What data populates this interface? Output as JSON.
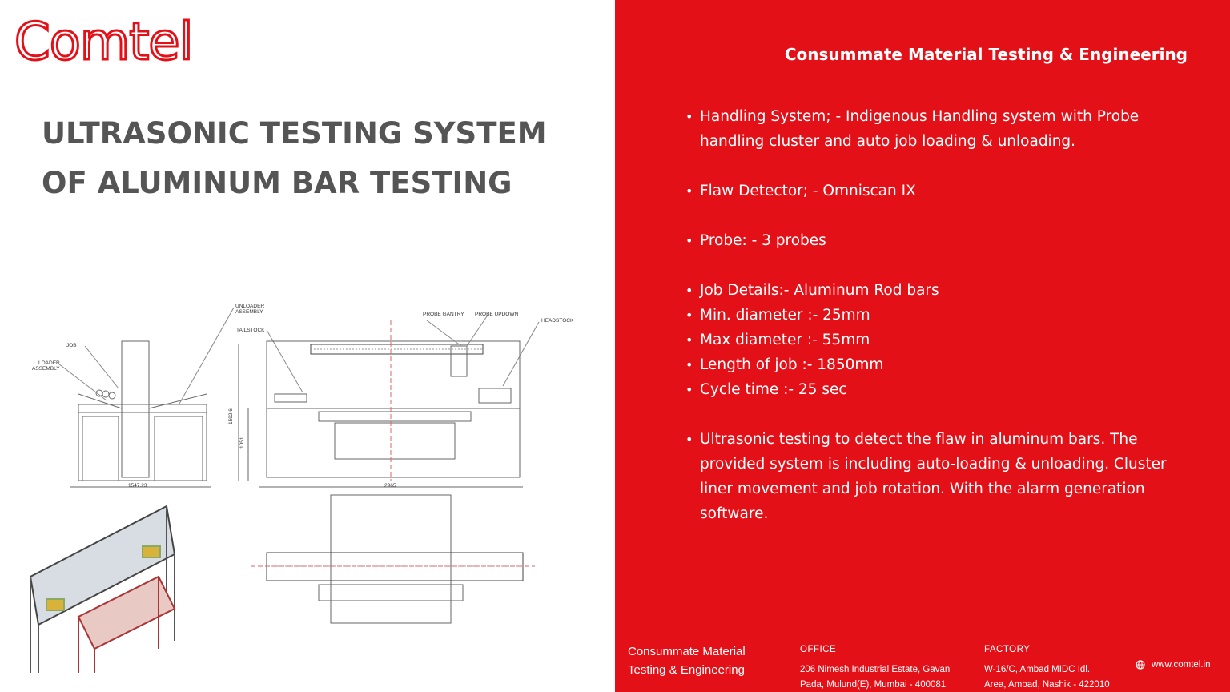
{
  "brand": {
    "logo_text": "Comtel",
    "colors": {
      "red": "#e31018",
      "title_gray": "#555555",
      "white": "#ffffff"
    }
  },
  "title": {
    "line1": "ULTRASONIC TESTING SYSTEM",
    "line2": "OF ALUMINUM BAR TESTING"
  },
  "drawing": {
    "labels": {
      "unloader": "UNLOADER",
      "assembly": "ASSEMBLY",
      "tailstock": "TAILSTOCK",
      "job": "JOB",
      "loader": "LOADER",
      "loader_assembly": "ASSEMBLY",
      "probe_gantry": "PROBE GANTRY",
      "probe_updown": "PROBE UPDOWN",
      "headstock": "HEADSTOCK",
      "dim_width_side": "1547.23",
      "dim_width_front": "2965",
      "dim_height_total": "1592.6",
      "dim_height_table": "1051"
    }
  },
  "tagline": "Consummate Material Testing & Engineering",
  "bullets": [
    {
      "text": "Handling System; - Indigenous Handling system with Probe handling cluster and auto job loading & unloading.",
      "gap": false
    },
    {
      "text": "Flaw Detector; - Omniscan IX",
      "gap": true
    },
    {
      "text": "Probe: - 3 probes",
      "gap": true
    },
    {
      "text": "Job Details:- Aluminum Rod bars",
      "gap": true
    },
    {
      "text": "Min. diameter  :- 25mm",
      "gap": false
    },
    {
      "text": "Max diameter  :- 55mm",
      "gap": false
    },
    {
      "text": "Length of job   :- 1850mm",
      "gap": false
    },
    {
      "text": "Cycle time        :- 25 sec",
      "gap": false
    },
    {
      "text": "Ultrasonic testing to detect the flaw in aluminum bars. The provided system is including auto-loading & unloading. Cluster liner movement and job rotation. With the alarm generation software.",
      "gap": true
    }
  ],
  "footer": {
    "brand_line1": "Consummate Material",
    "brand_line2": "Testing & Engineering",
    "office_head": "OFFICE",
    "office_line1": "206 Nimesh Industrial Estate, Gavan",
    "office_line2": "Pada, Mulund(E), Mumbai - 400081",
    "factory_head": "FACTORY",
    "factory_line1": "W-16/C, Ambad MIDC Idl.",
    "factory_line2": "Area, Ambad, Nashik - 422010",
    "website": "www.comtel.in",
    "website_icon": "globe-icon"
  }
}
